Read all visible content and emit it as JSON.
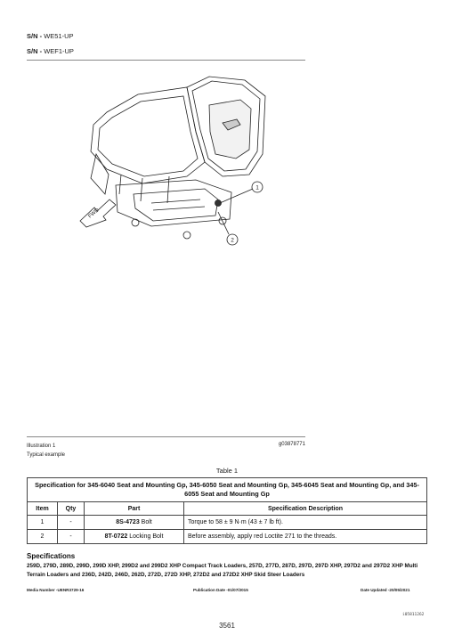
{
  "serials": [
    {
      "prefix": "S/N",
      "value": "WE51-UP"
    },
    {
      "prefix": "S/N",
      "value": "WEF1-UP"
    }
  ],
  "illustration": {
    "callouts": [
      "1",
      "2"
    ],
    "arrow_label": "FWD",
    "caption": "Illustration 1",
    "subcaption": "Typical example",
    "ref_id": "g03878771"
  },
  "table": {
    "title": "Table 1",
    "heading": "Specification for 345-6040 Seat and Mounting Gp, 345-6050 Seat and Mounting Gp, 345-6045 Seat and Mounting Gp, and 345-6055 Seat and Mounting Gp",
    "columns": [
      "Item",
      "Qty",
      "Part",
      "Specification Description"
    ],
    "rows": [
      {
        "item": "1",
        "qty": "-",
        "part_no": "8S-4723",
        "part_name": "Bolt",
        "desc": "Torque to 58 ± 9 N·m (43 ± 7 lb ft)."
      },
      {
        "item": "2",
        "qty": "-",
        "part_no": "8T-0722",
        "part_name": "Locking Bolt",
        "desc": "Before assembly, apply red Loctite 271 to the threads."
      }
    ]
  },
  "specifications": {
    "heading": "Specifications",
    "body": "259D, 279D, 289D, 299D, 299D XHP, 299D2 and 299D2 XHP Compact Track Loaders, 257D, 277D, 287D, 297D, 297D XHP, 297D2 and 297D2 XHP Multi Terrain Loaders and 236D, 242D, 246D, 262D, 272D, 272D XHP, 272D2 and 272D2 XHP Skid Steer Loaders"
  },
  "footer": {
    "media": "Media Number -UENR3729-16",
    "publication": "Publication Date -01/07/2015",
    "updated": "Date Updated -20/05/2021"
  },
  "image_id": "i05811262",
  "page_number": "3561"
}
